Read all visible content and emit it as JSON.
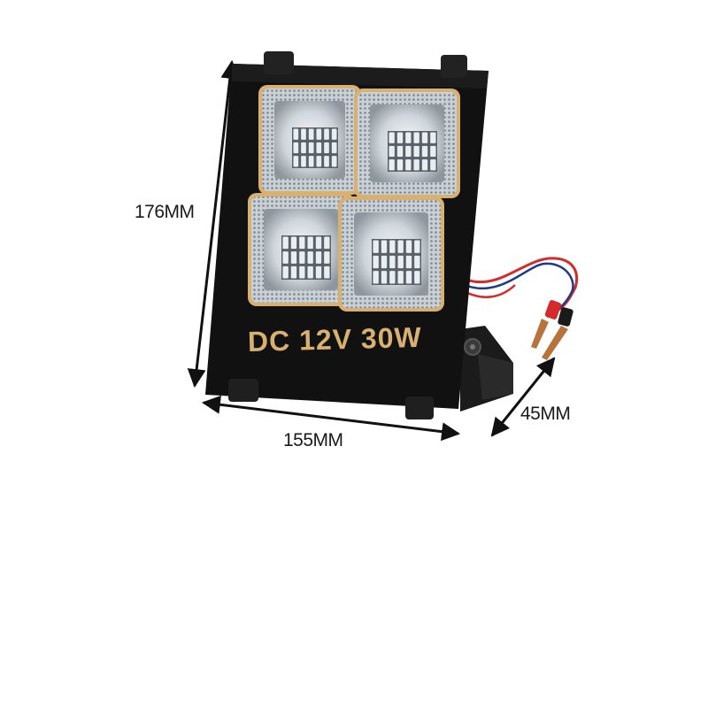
{
  "dimensions": {
    "height": "176MM",
    "width": "155MM",
    "depth": "45MM"
  },
  "product": {
    "spec_label": "DC 12V 30W",
    "led_modules": 4,
    "led_rows_per_module": 3,
    "led_cols_per_module": 6
  },
  "colors": {
    "housing": "#111111",
    "trim": "#d8b072",
    "led_chip": "#e8eef2",
    "wire_red": "#d42a2a",
    "wire_blue": "#1c3a8a",
    "clip_copper": "#b8733a"
  }
}
